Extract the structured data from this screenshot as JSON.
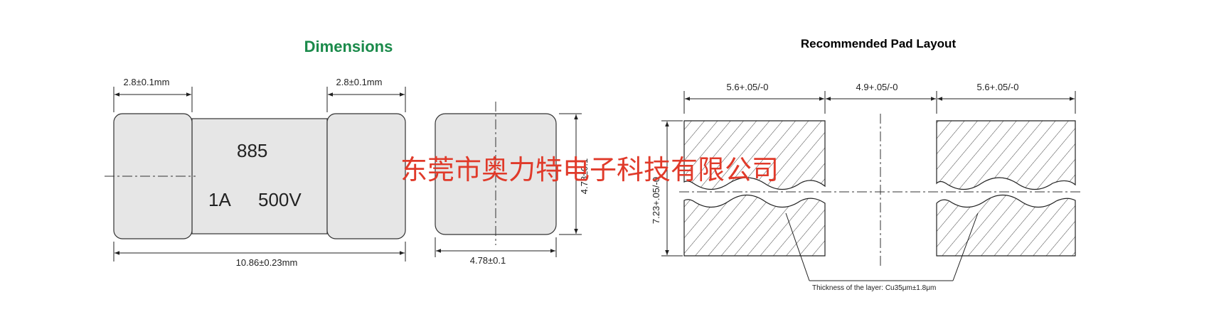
{
  "dimensions": {
    "title": "Dimensions",
    "title_color": "#1a8a4a",
    "left_cap_width": "2.8±0.1mm",
    "right_cap_width": "2.8±0.1mm",
    "overall_length": "10.86±0.23mm",
    "end_width": "4.78±0.1",
    "end_height": "4.78±0.1",
    "marking_code": "885",
    "marking_rating_current": "1A",
    "marking_rating_voltage": "500V"
  },
  "pad_layout": {
    "title": "Recommended Pad Layout",
    "pad_width_left": "5.6+.05/-0",
    "pad_gap": "4.9+.05/-0",
    "pad_width_right": "5.6+.05/-0",
    "pad_height": "7.23+.05/-0",
    "layer_note": "Thickness of the layer: Cu35μm±1.8μm"
  },
  "watermark": {
    "text": "东莞市奥力特电子科技有限公司",
    "color": "#e03a2a"
  }
}
